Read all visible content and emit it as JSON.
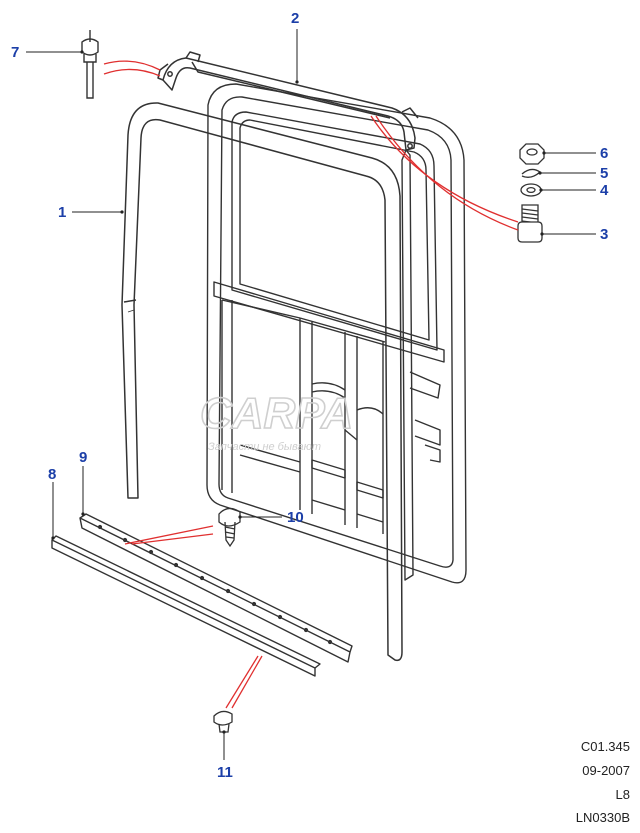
{
  "callouts": {
    "c1": "1",
    "c2": "2",
    "c3": "3",
    "c4": "4",
    "c5": "5",
    "c6": "6",
    "c7": "7",
    "c8": "8",
    "c9": "9",
    "c10": "10",
    "c11": "11"
  },
  "reference": {
    "code": "C01.345",
    "date": "09-2007",
    "model": "L8",
    "drawing": "LN0330B"
  },
  "watermark": {
    "logo": "CARPA",
    "tagline": "Запчасти не бывают"
  },
  "colors": {
    "callout": "#1c3fa8",
    "leader": "#222222",
    "red_leader": "#e03030",
    "outline": "#333333"
  }
}
